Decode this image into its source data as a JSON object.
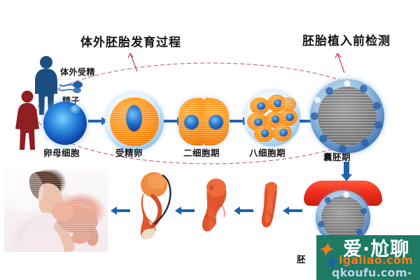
{
  "figure": {
    "headings": [
      {
        "id": "invitro",
        "text": "体外胚胎发育过程"
      },
      {
        "id": "pgt",
        "text": "胚胎植入前检测"
      }
    ],
    "labels": {
      "ivf": "体外受精",
      "sperm": "精子",
      "oocyte": "卵母细胞",
      "zygote": "受精卵",
      "two_cell": "二细胞期",
      "eight_cell": "八细胞期",
      "blastocyst": "囊胚期",
      "implantation": "胚"
    },
    "stages_top": [
      {
        "key": "oocyte",
        "label": "卵母细胞"
      },
      {
        "key": "zygote",
        "label": "受精卵"
      },
      {
        "key": "two_cell",
        "label": "二细胞期"
      },
      {
        "key": "eight_cell",
        "label": "八细胞期"
      },
      {
        "key": "blastocyst",
        "label": "囊胚期"
      }
    ],
    "stages_bottom": [
      {
        "key": "newborn",
        "label": ""
      },
      {
        "key": "fetus-late",
        "label": ""
      },
      {
        "key": "fetus-mid",
        "label": ""
      },
      {
        "key": "fetus-early",
        "label": ""
      },
      {
        "key": "embryo",
        "label": ""
      },
      {
        "key": "implantation-uterus",
        "label": ""
      }
    ],
    "icons": {
      "male": "male-silhouette-icon",
      "female": "female-silhouette-icon",
      "sperm": "sperm-icon",
      "arrow": "arrow-left-icon",
      "arrow_right": "arrow-right-icon",
      "arrow_down": "arrow-down-icon"
    },
    "colors": {
      "heading": "#141414",
      "label": "#17161a",
      "arrow_blue": "#1f62ad",
      "ellipse_red": "#c8386e",
      "cell_orange": "#ff9217",
      "nucleus_blue": "#1450a8",
      "male_blue": "#1b4f82",
      "female_red": "#8e1f22",
      "uterus_red": "#ee3322",
      "watermark_green": "#1f7a63",
      "watermark_orange": "#f07c1e"
    }
  },
  "watermark": {
    "brand_cn": "爱·尬聊",
    "url_primary": "igaliao.com",
    "url_secondary": "qkoufu.com-"
  }
}
